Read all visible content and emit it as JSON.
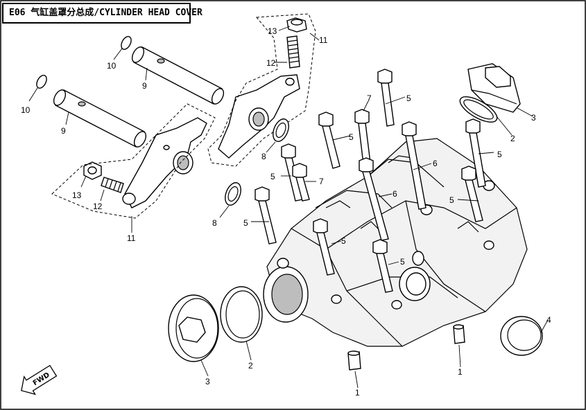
{
  "title": "E06 气缸盖罩分总成/CYLINDER HEAD COVER",
  "fwd_label": "FWD",
  "callouts": {
    "c1a": "1",
    "c1b": "1",
    "c2a": "2",
    "c2b": "2",
    "c3a": "3",
    "c3b": "3",
    "c4": "4",
    "c5a": "5",
    "c5b": "5",
    "c5c": "5",
    "c5d": "5",
    "c5e": "5",
    "c5f": "5",
    "c5g": "5",
    "c5h": "5",
    "c6a": "6",
    "c6b": "6",
    "c7a": "7",
    "c7b": "7",
    "c8a": "8",
    "c8b": "8",
    "c9a": "9",
    "c9b": "9",
    "c10a": "10",
    "c10b": "10",
    "c11a": "11",
    "c11b": "11",
    "c12a": "12",
    "c12b": "12",
    "c13a": "13",
    "c13b": "13"
  }
}
